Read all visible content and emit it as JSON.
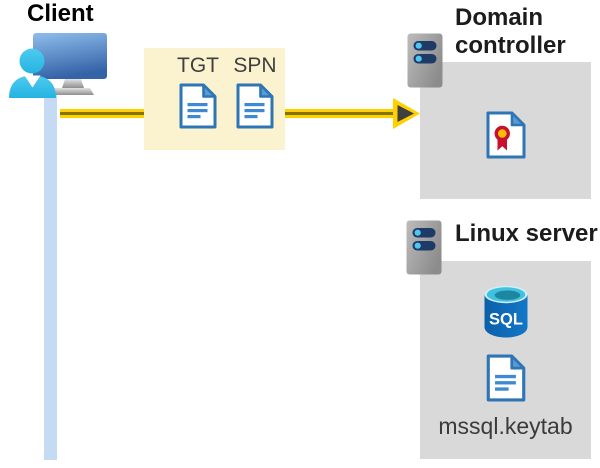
{
  "client": {
    "label": "Client",
    "icon": "person-at-computer-icon"
  },
  "tokens": {
    "items": [
      {
        "label": "TGT",
        "icon": "document-icon"
      },
      {
        "label": "SPN",
        "icon": "document-icon"
      }
    ]
  },
  "domain_controller": {
    "label": "Domain controller",
    "icons": [
      "server-icon",
      "certificate-icon"
    ]
  },
  "linux_server": {
    "label": "Linux server",
    "sql_label": "SQL",
    "file_label": "mssql.keytab",
    "icons": [
      "server-icon",
      "sql-database-icon",
      "document-icon"
    ]
  },
  "colors": {
    "arrow_yellow": "#FFD102",
    "arrow_core": "#847400",
    "arrow_head_inner": "#3F3F3F",
    "token_box_bg": "#FBF3CF",
    "node_box_bg": "#D9D9D9",
    "doc_border_blue": "#2E75B6",
    "doc_fold_blue": "#5B9BD5",
    "doc_line_blue": "#3E8AD2",
    "person_cyan": "#31BFE8",
    "timeline_blue": "#C5DBF4",
    "server_pill_navy": "#1E3A66",
    "server_dot_cyan": "#4EC7EC",
    "cert_red": "#C8102E",
    "cert_gold": "#FFC000",
    "sql_body_blue": "#0C5FA9",
    "sql_cap_cyan": "#41C1E0"
  }
}
